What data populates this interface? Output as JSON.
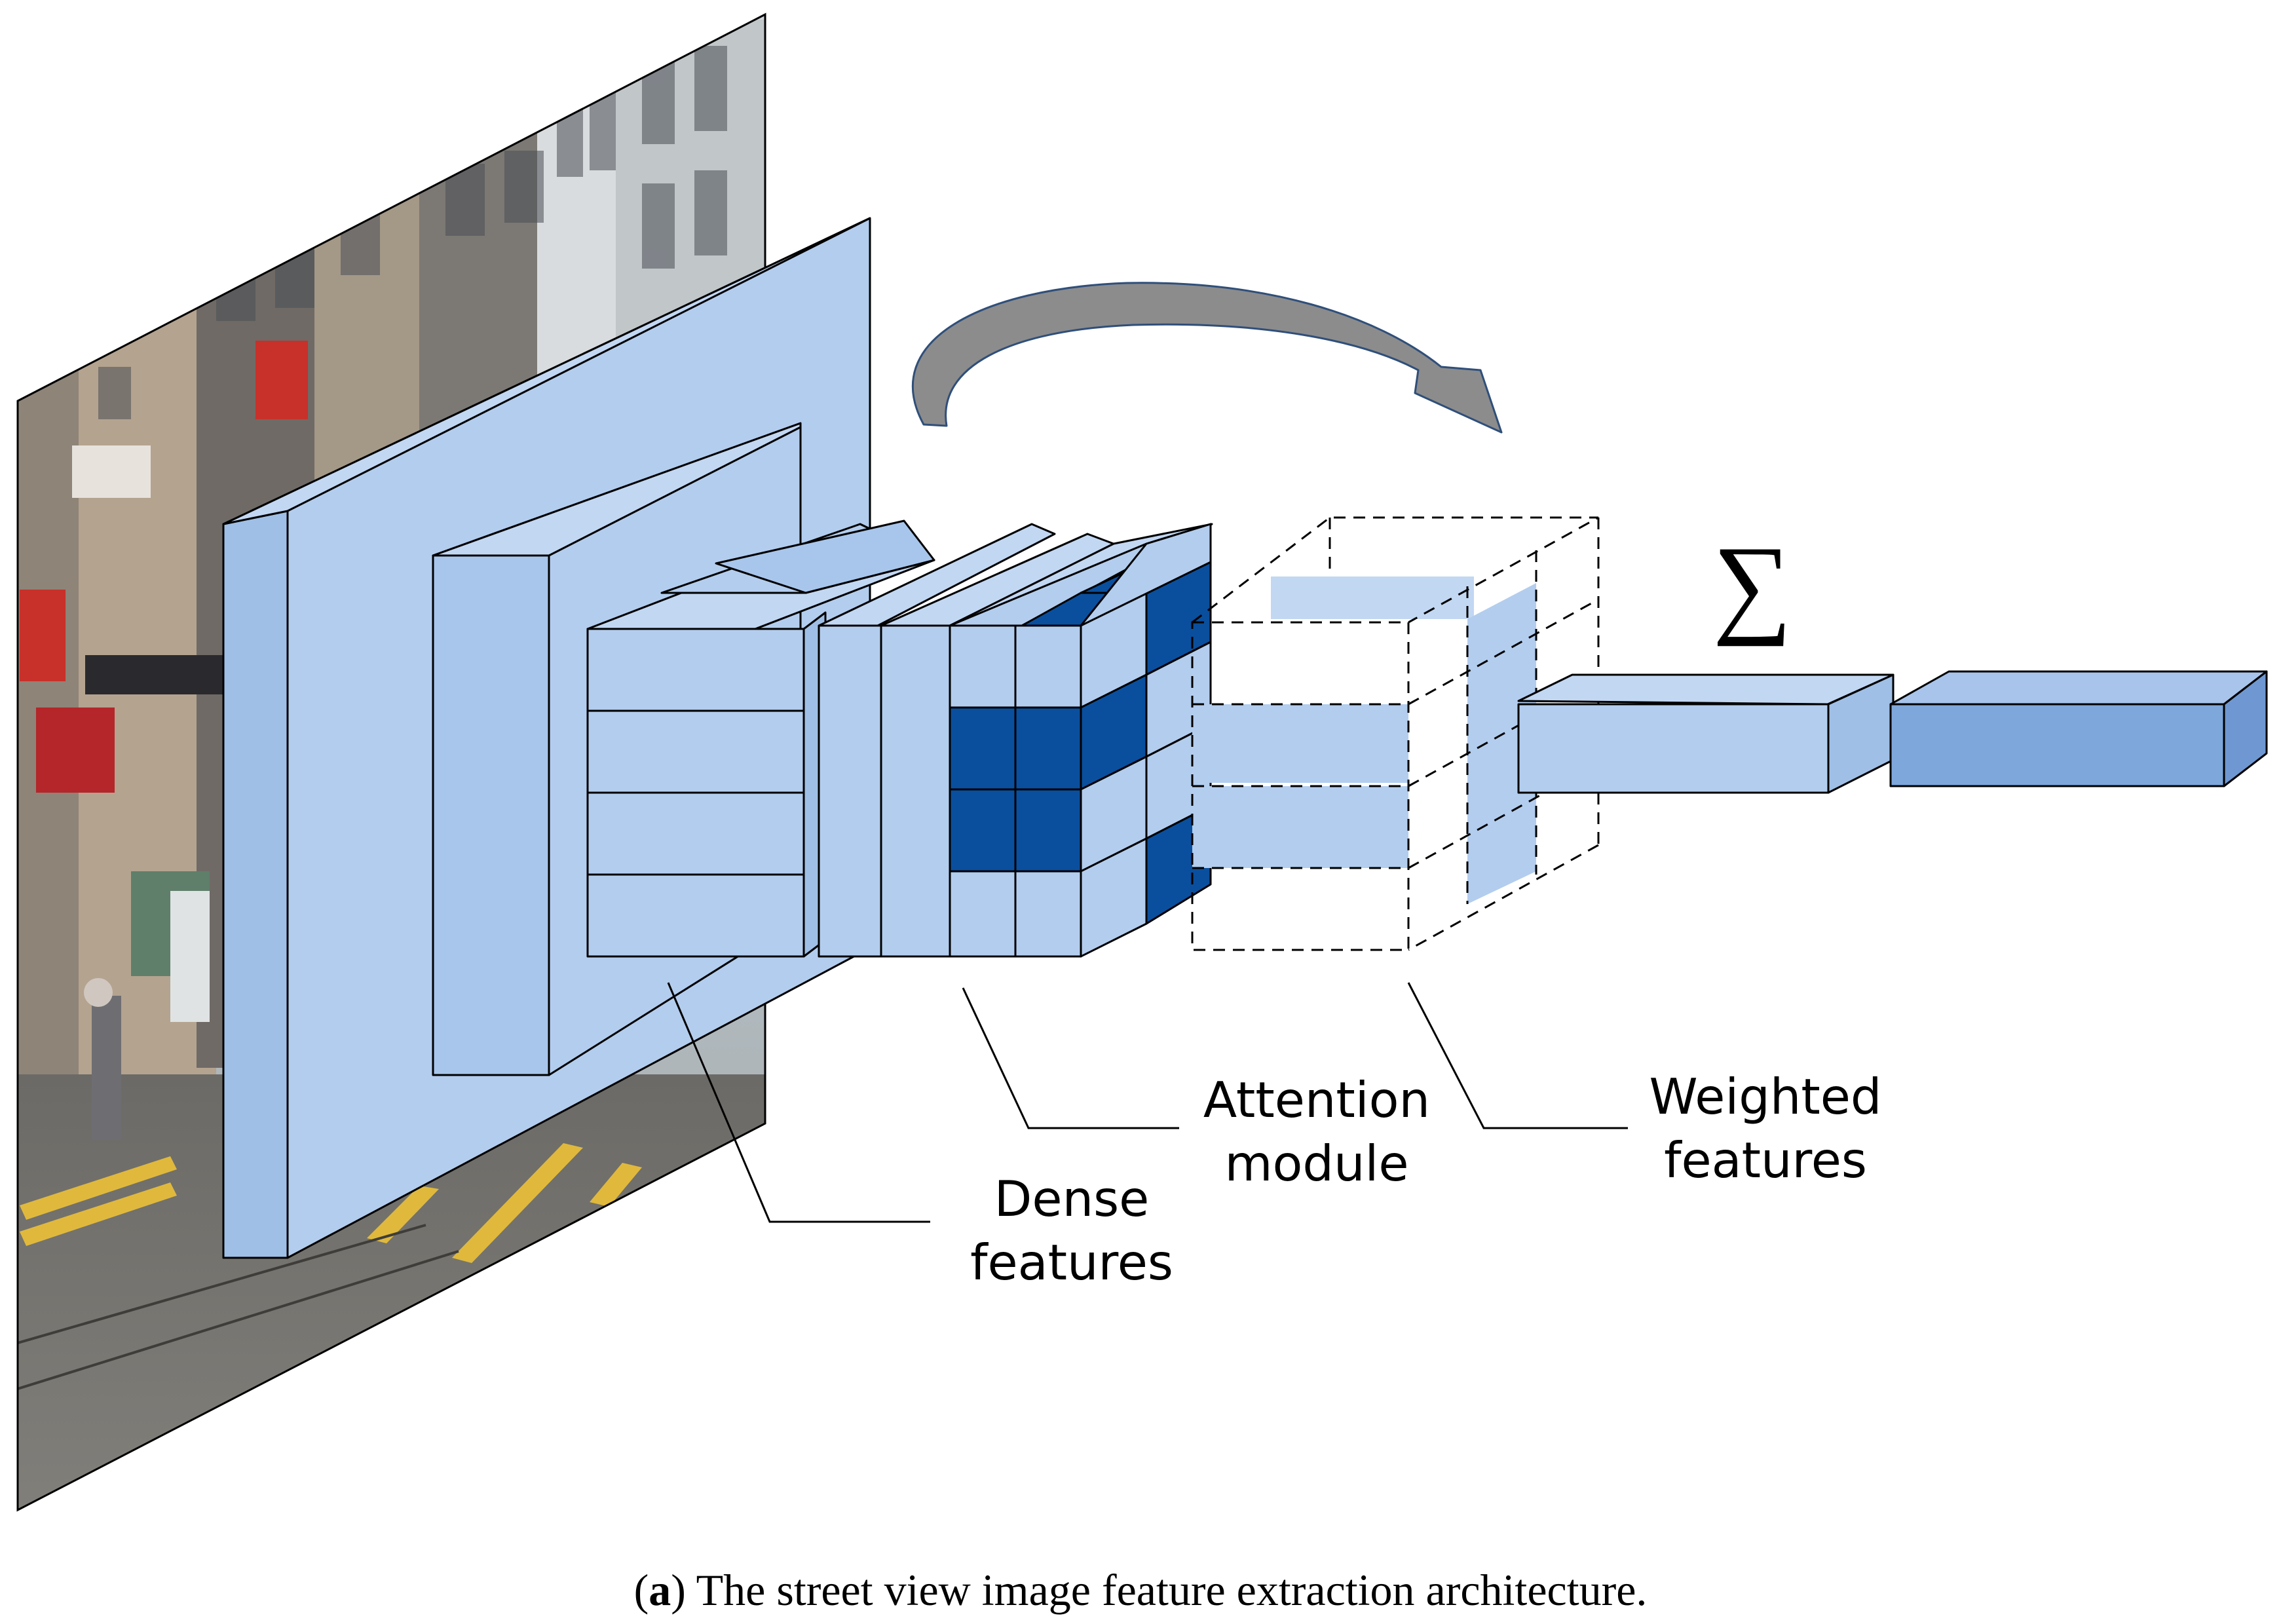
{
  "labels": {
    "dense": [
      "Dense",
      "features"
    ],
    "attention": [
      "Attention",
      "module"
    ],
    "weighted": [
      "Weighted",
      "features"
    ],
    "sum_symbol": "∑"
  },
  "caption": {
    "letter": "a",
    "text": ") The street view image feature extraction architecture."
  },
  "colors": {
    "light": "#b3cdee",
    "mid": "#9fbfe6",
    "faint": "#c8dbf3",
    "dark": "#0a4f9e",
    "output": "#7ea7dc",
    "arrow": "#8c8c8c",
    "stroke": "#000000",
    "background": "#ffffff"
  },
  "icons": {
    "photo": "street-view-photo",
    "arrow": "curved-arrow-icon",
    "sum": "summation-icon"
  }
}
